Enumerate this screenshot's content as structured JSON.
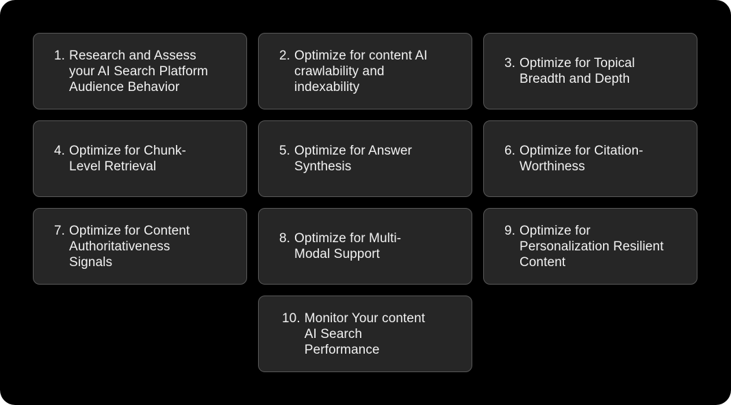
{
  "colors": {
    "background": "#000000",
    "card": "#262626",
    "card_border": "#5a5a5a",
    "text": "#f2f2f2"
  },
  "steps": [
    {
      "number": "1.",
      "label": "Research and Assess\nyour AI Search Platform\nAudience Behavior"
    },
    {
      "number": "2.",
      "label": "Optimize for content AI\ncrawlability and\nindexability"
    },
    {
      "number": "3.",
      "label": "Optimize for Topical\nBreadth and Depth"
    },
    {
      "number": "4.",
      "label": "Optimize for Chunk-\nLevel Retrieval"
    },
    {
      "number": "5.",
      "label": "Optimize for Answer\nSynthesis"
    },
    {
      "number": "6.",
      "label": "Optimize for Citation-\nWorthiness"
    },
    {
      "number": "7.",
      "label": "Optimize for Content\nAuthoritativeness\nSignals"
    },
    {
      "number": "8.",
      "label": "Optimize for Multi-\nModal Support"
    },
    {
      "number": "9.",
      "label": "Optimize for\nPersonalization Resilient\nContent"
    },
    {
      "number": "10.",
      "label": "Monitor Your content\nAI Search\nPerformance"
    }
  ]
}
